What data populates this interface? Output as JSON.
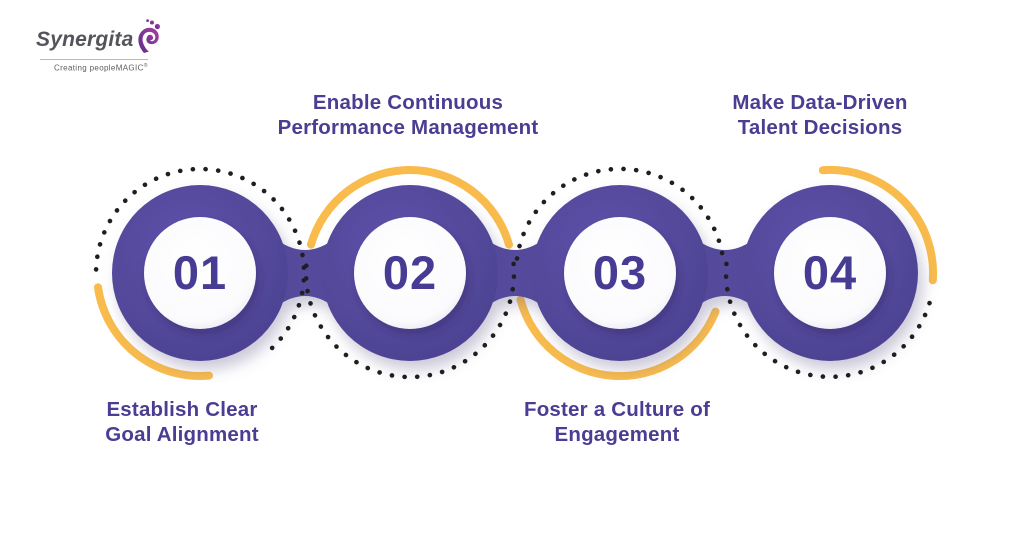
{
  "logo": {
    "name": "Synergita",
    "tagline": "Creating peopleMAGIC",
    "registered": "®",
    "icon": "logo-flame-icon"
  },
  "steps": [
    {
      "number": "01",
      "label_line1": "Establish Clear",
      "label_line2": "Goal Alignment",
      "label_position": "below"
    },
    {
      "number": "02",
      "label_line1": "Enable Continuous",
      "label_line2": "Performance Management",
      "label_position": "above"
    },
    {
      "number": "03",
      "label_line1": "Foster a Culture of",
      "label_line2": "Engagement",
      "label_position": "below"
    },
    {
      "number": "04",
      "label_line1": "Make Data-Driven",
      "label_line2": "Talent Decisions",
      "label_position": "above"
    }
  ],
  "colors": {
    "chain_purple": "#54499b",
    "number_purple": "#473c93",
    "label_purple": "#4a3d92",
    "accent_yellow": "#f8bb4c",
    "dot_black": "#1f1f1f",
    "logo_gray": "#54545a",
    "background": "#ffffff"
  }
}
